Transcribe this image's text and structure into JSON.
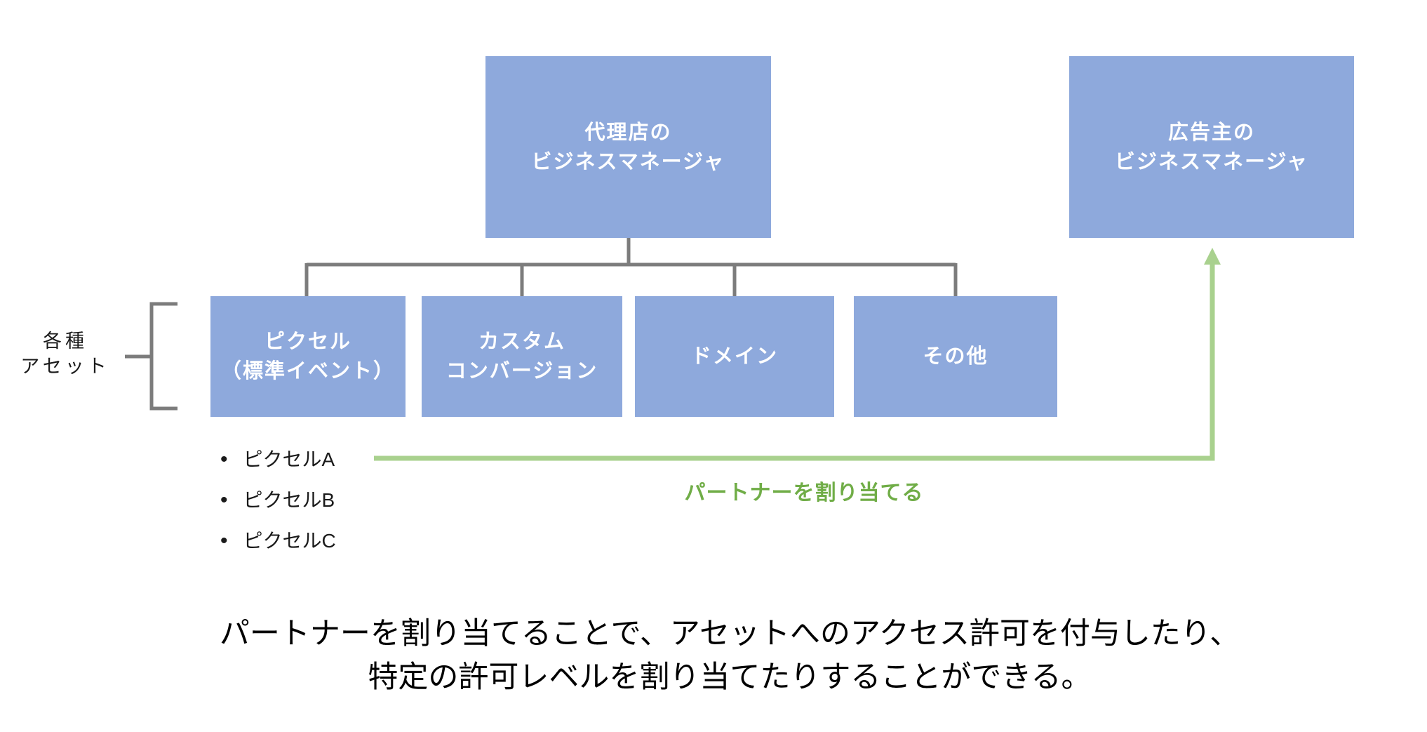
{
  "colors": {
    "node_fill": "#8EA9DC",
    "node_text": "#FFFFFF",
    "connector_gray": "#7C7C7C",
    "arrow_green": "#A9D18E",
    "arrow_label_green": "#70AD47",
    "body_text": "#1A1A1A"
  },
  "nodes": {
    "agency": {
      "label": "代理店の\nビジネスマネージャ"
    },
    "advertiser": {
      "label": "広告主の\nビジネスマネージャ"
    },
    "assets": [
      {
        "label": "ピクセル\n（標準イベント）"
      },
      {
        "label": "カスタム\nコンバージョン"
      },
      {
        "label": "ドメイン"
      },
      {
        "label": "その他"
      }
    ]
  },
  "asset_group": {
    "label": "各種\nアセット"
  },
  "pixel_list": {
    "bullet": "•",
    "items": [
      {
        "label": "ピクセルA"
      },
      {
        "label": "ピクセルB"
      },
      {
        "label": "ピクセルC"
      }
    ]
  },
  "assign_arrow": {
    "label": "パートナーを割り当てる"
  },
  "caption": {
    "text": "パートナーを割り当てることで、アセットへのアクセス許可を付与したり、\n特定の許可レベルを割り当てたりすることができる。"
  }
}
